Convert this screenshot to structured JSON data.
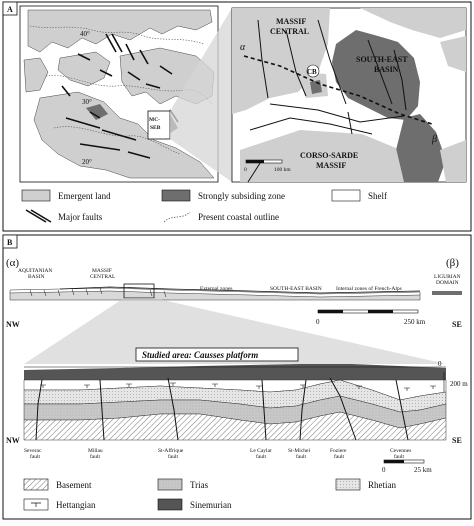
{
  "panel_a": {
    "letter": "A",
    "latitudes": [
      "40°",
      "30°",
      "20°"
    ],
    "inset": {
      "mc_seb": "MC-\nSEB",
      "mc": "MC-",
      "seb": "SEB"
    },
    "zoom": {
      "massif_central": [
        "MASSIF",
        "CENTRAL"
      ],
      "cb": "CB",
      "seb": [
        "SOUTH-EAST",
        "BASIN"
      ],
      "alpha": "α",
      "beta": "β",
      "corso": [
        "CORSO-SARDE",
        "MASSIF"
      ],
      "scale_zero": "0",
      "scale_end": "100 km"
    },
    "legend": {
      "emergent": "Emergent land",
      "subsiding": "Strongly subsiding zone",
      "shelf": "Shelf",
      "faults": "Major faults",
      "coast": "Present coastal outline"
    },
    "colors": {
      "emergent": "#cfcfcf",
      "subsiding": "#6e6e6e",
      "shelf": "#ffffff"
    }
  },
  "panel_b": {
    "letter": "B",
    "alpha": "(α)",
    "beta": "(β)",
    "profile_labels": {
      "aquitanian": [
        "AQUITANIAN",
        "BASIN"
      ],
      "massif_central": [
        "MASSIF",
        "CENTRAL"
      ],
      "external": "External zones",
      "seb": "SOUTH-EAST BASIN",
      "internal": "Internal zones of French-Alps",
      "ligurian": [
        "LIGURIAN",
        "DOMAIN"
      ]
    },
    "nw": "NW",
    "se": "SE",
    "scale_top": {
      "zero": "0",
      "end": "250 km"
    },
    "studied_area": "Studied area: Causses platform",
    "zero_mark": "0",
    "depth_mark": "200 m",
    "faults": [
      [
        "Severac",
        "fault"
      ],
      [
        "Millau",
        "fault"
      ],
      [
        "St-Affrique",
        "fault"
      ],
      [
        "Le Caylar",
        "fault"
      ],
      [
        "St-Michel",
        "fault"
      ],
      [
        "Foziere",
        "fault"
      ],
      [
        "Cevennes",
        "fault"
      ]
    ],
    "scale_bottom": {
      "zero": "0",
      "end": "25 km"
    },
    "legend": {
      "basement": "Basement",
      "trias": "Trias",
      "rhetian": "Rhetian",
      "hettangian": "Hettangian",
      "sinemurian": "Sinemurian"
    }
  }
}
